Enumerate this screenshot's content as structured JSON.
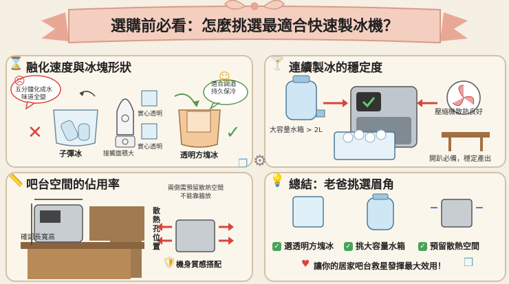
{
  "header": {
    "title": "選購前必看：怎麼挑選最適合快速製冰機？"
  },
  "panel_melt": {
    "title": "融化速度與冰塊形狀",
    "bubble_left": [
      "五分鐘化成水",
      "味道全變"
    ],
    "bubble_right": [
      "適合調酒",
      "持久保冷"
    ],
    "bullet_ice_label": "子彈冰",
    "contact_label": "接觸面積大",
    "solid_label_top": "實心透明",
    "solid_label_bottom": "實心透明",
    "clear_cube_label": "透明方塊冰"
  },
  "panel_stable": {
    "title": "連續製冰的穩定度",
    "tank_label": "大容量水箱 > 2L",
    "fan_label": "壓縮機散熱良好",
    "party_label": "開趴必備，穩定產出"
  },
  "panel_space": {
    "title": "吧台空間的佔用率",
    "measure_label": "確認長寬高",
    "vent_note": [
      "兩側需預留散熱空間",
      "不能靠牆放"
    ],
    "vent_side_label": [
      "散",
      "熱",
      "孔",
      "位",
      "置"
    ],
    "quality_label": "機身質感搭配"
  },
  "panel_summary": {
    "title": "總結：老爸挑選眉角",
    "items": [
      "選透明方塊冰",
      "挑大容量水箱",
      "預留散熱空間"
    ],
    "footer": "讓你的居家吧台救星發揮最大效用！"
  },
  "colors": {
    "accent_red": "#d8453b",
    "accent_green": "#4aa35a",
    "ribbon": "#f2c3b2",
    "panel_border": "#cfc2a8"
  }
}
